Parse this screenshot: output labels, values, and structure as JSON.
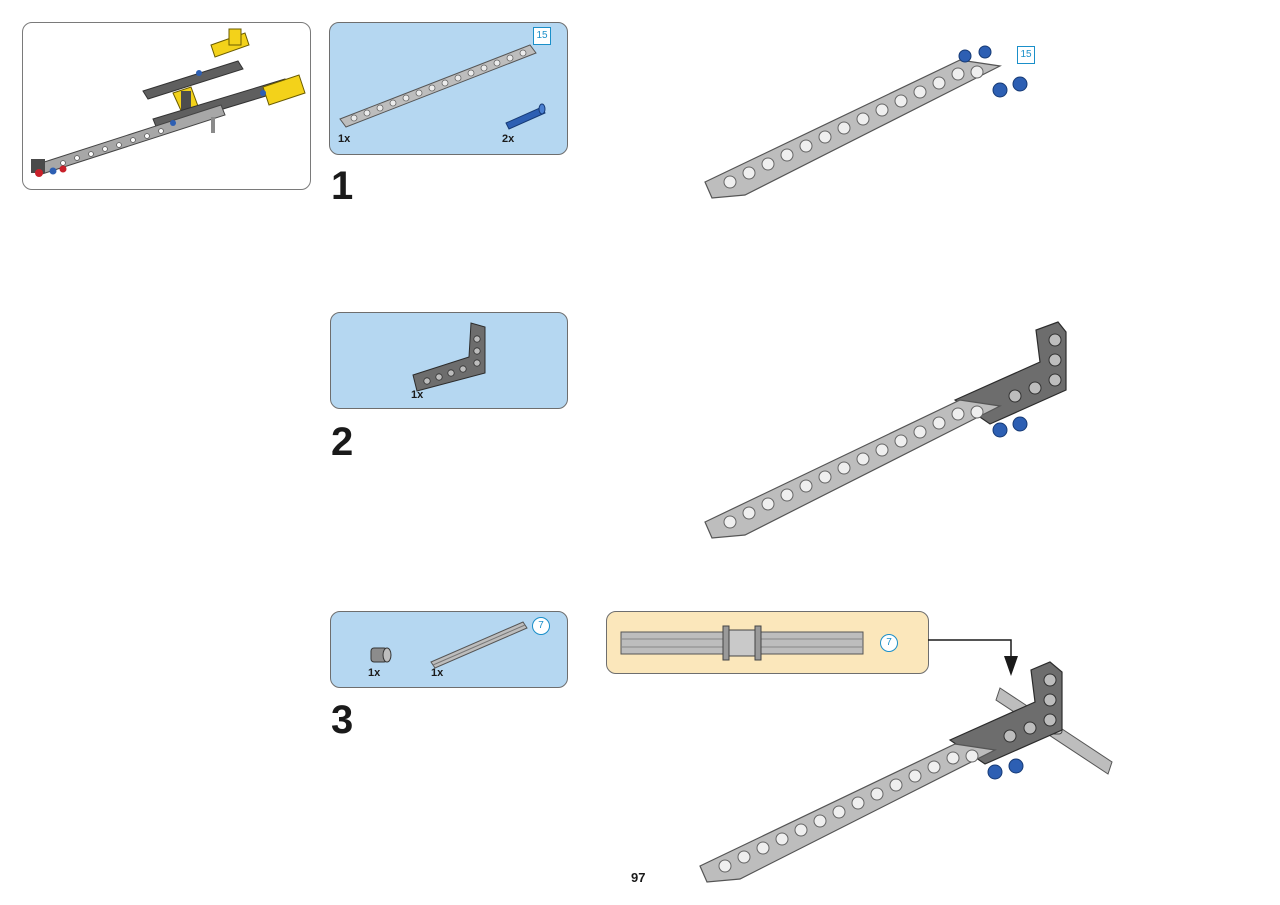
{
  "page": {
    "number": "97"
  },
  "steps": [
    {
      "number": "1",
      "parts": [
        {
          "name": "15-hole beam",
          "qty": "1x",
          "length": "15"
        },
        {
          "name": "blue axle pin",
          "qty": "2x"
        }
      ],
      "assembly_length_label": "15"
    },
    {
      "number": "2",
      "parts": [
        {
          "name": "L-shaped beam",
          "qty": "1x"
        }
      ]
    },
    {
      "number": "3",
      "parts": [
        {
          "name": "bush",
          "qty": "1x"
        },
        {
          "name": "axle",
          "qty": "1x",
          "length": "7"
        }
      ],
      "subassembly_length_label": "7"
    }
  ],
  "colors": {
    "parts_box": "#b5d7f1",
    "subassembly_box": "#fbe7bb",
    "beam_gray": "#bdbdbd",
    "dark_gray": "#6d6d6d",
    "pin_blue": "#2d5fb3",
    "accent_yellow": "#f3d21a",
    "accent_red": "#c8202a",
    "length_label": "#1a8fc9"
  }
}
